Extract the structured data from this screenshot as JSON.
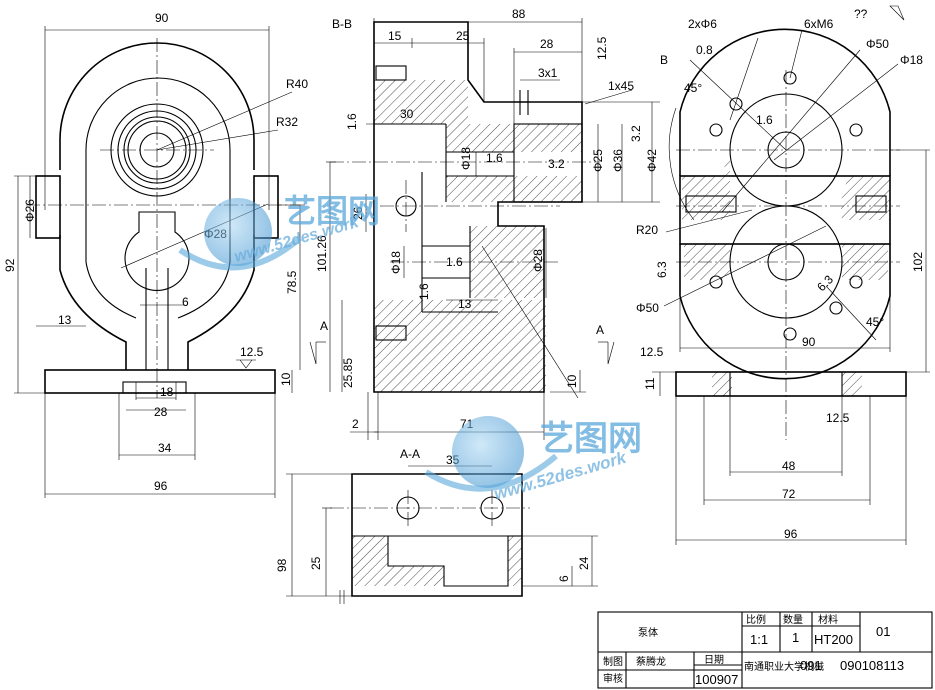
{
  "views": {
    "front": {
      "dims": [
        "90",
        "R40",
        "R32",
        "Φ26",
        "Φ28",
        "92",
        "78.5",
        "6",
        "13",
        "12.5",
        "10",
        "18",
        "28",
        "34",
        "96"
      ]
    },
    "section_bb": {
      "label": "B-B",
      "dims": [
        "88",
        "15",
        "25",
        "28",
        "12.5",
        "3x1",
        "1x45",
        "1.6",
        "30",
        "3.2",
        "Φ18",
        "1.6",
        "3.2",
        "Φ25",
        "Φ36",
        "Φ42",
        "26",
        "101.26",
        "Φ18",
        "1.6",
        "Φ28",
        "1.6",
        "13",
        "A",
        "A",
        "25.85",
        "10",
        "2",
        "71"
      ]
    },
    "side": {
      "dims": [
        "??",
        "2xΦ6",
        "0.8",
        "6xM6",
        "Φ50",
        "Φ18",
        "B",
        "45°",
        "1.6",
        "R20",
        "6.3",
        "102",
        "Φ50",
        "6.3",
        "45°",
        "90",
        "12.5",
        "11",
        "12.5",
        "48",
        "72",
        "96"
      ]
    },
    "section_aa": {
      "label": "A-A",
      "dims": [
        "35",
        "98",
        "25",
        "24",
        "6"
      ]
    }
  },
  "title_block": {
    "part_name": "泵体",
    "scale_label": "比例",
    "scale_value": "1:1",
    "qty_label": "数量",
    "qty_value": "1",
    "material_label": "材料",
    "material_value": "HT200",
    "sheet_no": "01",
    "drawn_label": "制图",
    "drawer": "蔡腾龙",
    "date_label": "日期",
    "date_value": "100907",
    "check_label": "审核",
    "school": "南通职业大学机械",
    "class_code": "091",
    "student_no": "090108113"
  },
  "watermarks": [
    {
      "text": "艺图网",
      "url": "www.52des.work"
    },
    {
      "text": "艺图网",
      "url": "www.52des.work"
    }
  ]
}
